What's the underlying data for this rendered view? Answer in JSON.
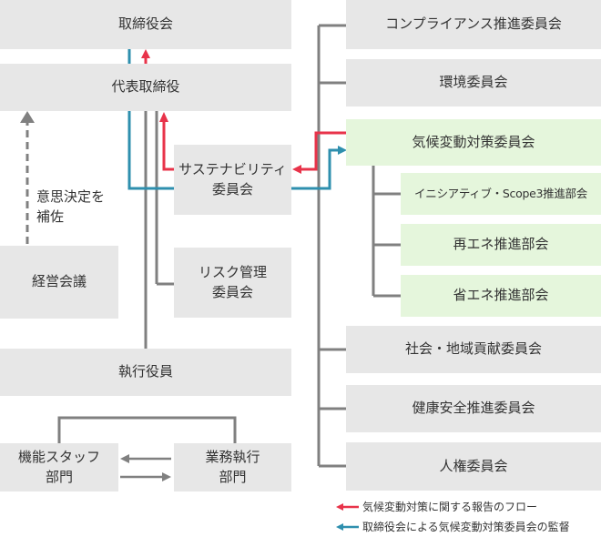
{
  "boxes": {
    "board": "取締役会",
    "ceo": "代表取締役",
    "sustainability": "サステナビリティ\n委員会",
    "risk": "リスク管理\n委員会",
    "mgmt_meeting": "経営会議",
    "officers": "執行役員",
    "staff": "機能スタッフ\n部門",
    "business": "業務執行\n部門",
    "compliance": "コンプライアンス推進委員会",
    "environment": "環境委員会",
    "climate": "気候変動対策委員会",
    "initiative": "イニシアティブ・Scope3推進部会",
    "renewable": "再エネ推進部会",
    "energy_saving": "省エネ推進部会",
    "social": "社会・地域貢献委員会",
    "health": "健康安全推進委員会",
    "human_rights": "人権委員会"
  },
  "annotations": {
    "decision_support": "意思決定を\n補佐"
  },
  "legend": {
    "report_flow": "気候変動対策に関する報告のフロー",
    "oversight_flow": "取締役会による気候変動対策委員会の監督"
  },
  "colors": {
    "report_red": "#e8334a",
    "oversight_blue": "#2e8fae",
    "connector_gray": "#808080",
    "box_gray": "#e7e7e7",
    "box_green": "#e5f6dc"
  }
}
